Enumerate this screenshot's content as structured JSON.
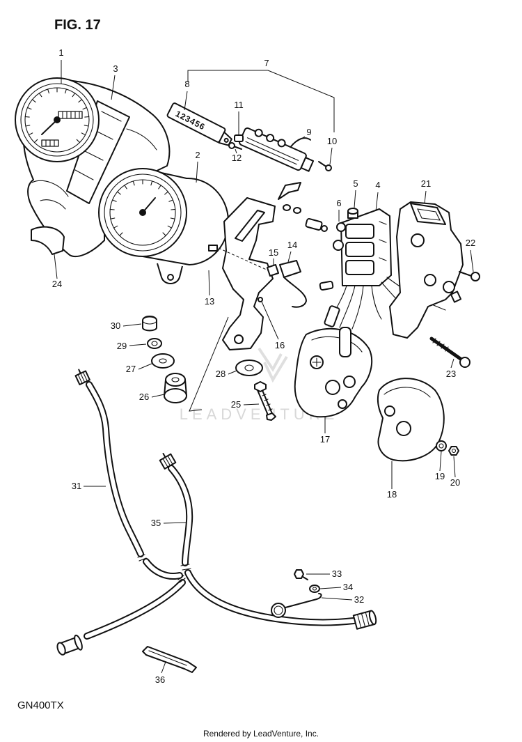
{
  "figure": {
    "title": "FIG. 17",
    "model": "GN400TX",
    "credit": "Rendered by LeadVenture, Inc.",
    "watermark": "LEADVENTURE"
  },
  "indicator_panel_text": "123456",
  "callouts": [
    "1",
    "2",
    "3",
    "4",
    "5",
    "6",
    "7",
    "8",
    "9",
    "10",
    "11",
    "12",
    "13",
    "14",
    "15",
    "16",
    "17",
    "18",
    "19",
    "20",
    "21",
    "22",
    "23",
    "24",
    "25",
    "26",
    "27",
    "28",
    "29",
    "30",
    "31",
    "32",
    "33",
    "34",
    "35",
    "36"
  ]
}
